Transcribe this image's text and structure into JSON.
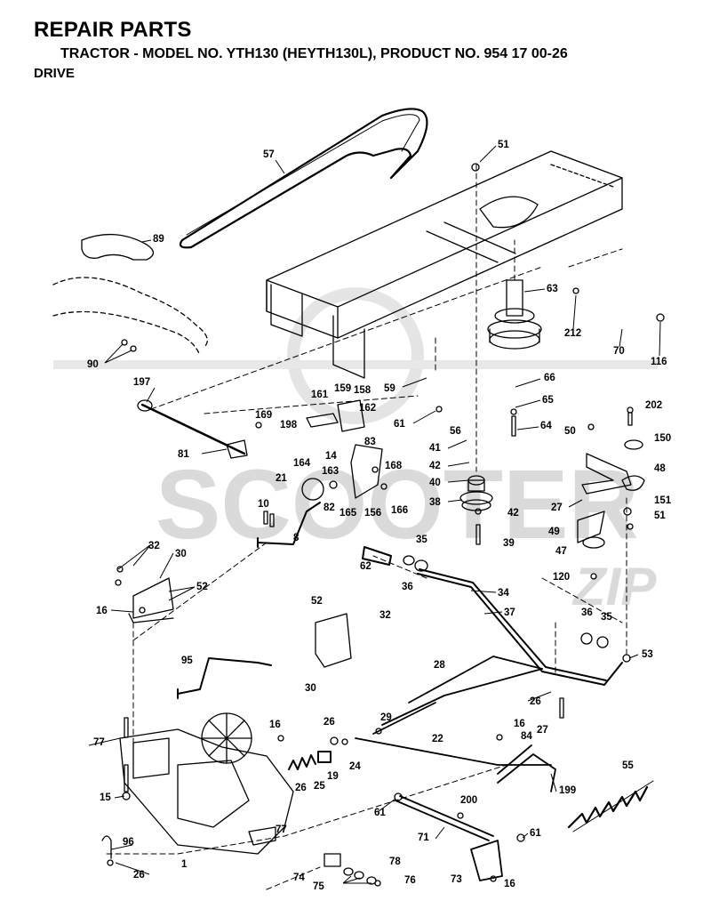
{
  "header": {
    "title": "REPAIR PARTS",
    "subtitle": "TRACTOR - MODEL NO. YTH130 (HEYTH130L), PRODUCT NO. 954 17 00-26",
    "section": "DRIVE"
  },
  "watermark": {
    "text": "SCOOTER",
    "suffix": "ZIP"
  },
  "part_labels": [
    "57",
    "51",
    "89",
    "63",
    "212",
    "70",
    "116",
    "90",
    "197",
    "59",
    "66",
    "65",
    "161",
    "159",
    "158",
    "162",
    "169",
    "198",
    "61",
    "56",
    "64",
    "202",
    "50",
    "150",
    "81",
    "41",
    "83",
    "42",
    "48",
    "164",
    "14",
    "168",
    "163",
    "40",
    "21",
    "82",
    "165",
    "156",
    "166",
    "27",
    "151",
    "10",
    "38",
    "42",
    "51",
    "8",
    "35",
    "49",
    "39",
    "47",
    "32",
    "30",
    "62",
    "52",
    "36",
    "120",
    "16",
    "34",
    "52",
    "37",
    "32",
    "36",
    "35",
    "95",
    "30",
    "53",
    "28",
    "26",
    "26",
    "16",
    "29",
    "84",
    "27",
    "77",
    "22",
    "16",
    "24",
    "19",
    "25",
    "26",
    "199",
    "55",
    "15",
    "200",
    "61",
    "71",
    "61",
    "77",
    "96",
    "1",
    "26",
    "78",
    "74",
    "73",
    "16",
    "75",
    "76"
  ]
}
